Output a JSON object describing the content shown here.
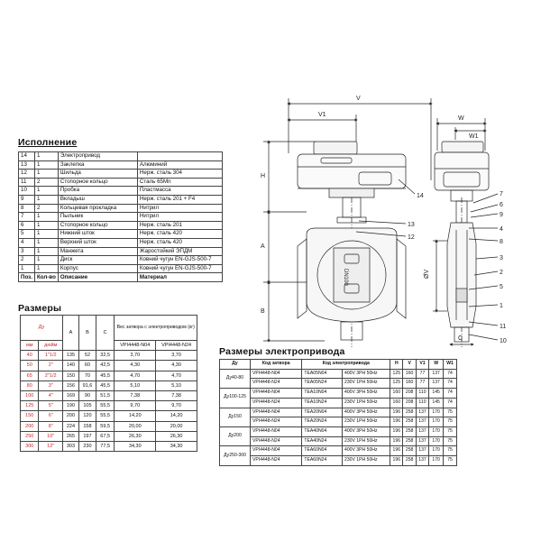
{
  "parts": {
    "title": "Исполнение",
    "header": [
      "Поз.",
      "Кол-во",
      "Описание",
      "Материал"
    ],
    "rows": [
      [
        "14",
        "1",
        "Электропривод",
        ""
      ],
      [
        "13",
        "1",
        "Заклепка",
        "Алюминий"
      ],
      [
        "12",
        "1",
        "Шильда",
        "Нерж. сталь 304"
      ],
      [
        "11",
        "2",
        "Стопорное кольцо",
        "Сталь 65Mn"
      ],
      [
        "10",
        "1",
        "Пробка",
        "Пластмасса"
      ],
      [
        "9",
        "1",
        "Вкладыш",
        "Нерж. сталь 201 + F4"
      ],
      [
        "8",
        "2",
        "Кольцевая прокладка",
        "Нитрил"
      ],
      [
        "7",
        "1",
        "Пыльник",
        "Нитрил"
      ],
      [
        "6",
        "1",
        "Стопорное кольцо",
        "Нерж. сталь 201"
      ],
      [
        "5",
        "1",
        "Нижний шток",
        "Нерж. сталь 420"
      ],
      [
        "4",
        "1",
        "Верхний шток",
        "Нерж. сталь 420"
      ],
      [
        "3",
        "1",
        "Манжета",
        "Жаростойкий ЭПДМ"
      ],
      [
        "2",
        "1",
        "Диск",
        "Ковний чугун EN-GJS-500-7"
      ],
      [
        "1",
        "1",
        "Корпус",
        "Ковний чугун EN-GJS-500-7"
      ]
    ]
  },
  "dims": {
    "title": "Размеры",
    "h_du": "Ду",
    "h_a": "A",
    "h_b": "B",
    "h_c": "C",
    "h_weight": "Вес затвора с электроприводом (кг)",
    "h_mm": "мм",
    "h_inch": "дюйм",
    "h_m1": "VPI4448-N04",
    "h_m2": "VPI4448-N24",
    "rows": [
      [
        "40",
        "1\"1/2",
        "135",
        "52",
        "32,5",
        "3,70",
        "3,70"
      ],
      [
        "50",
        "2\"",
        "140",
        "60",
        "42,5",
        "4,30",
        "4,30"
      ],
      [
        "65",
        "2\"1/2",
        "150",
        "70",
        "45,5",
        "4,70",
        "4,70"
      ],
      [
        "80",
        "3\"",
        "156",
        "91,6",
        "45,5",
        "5,10",
        "5,10"
      ],
      [
        "100",
        "4\"",
        "169",
        "90",
        "51,5",
        "7,38",
        "7,38"
      ],
      [
        "125",
        "5\"",
        "190",
        "105",
        "55,5",
        "9,70",
        "9,70"
      ],
      [
        "150",
        "6\"",
        "200",
        "120",
        "55,5",
        "14,20",
        "14,20"
      ],
      [
        "200",
        "8\"",
        "224",
        "158",
        "59,5",
        "20,00",
        "20,00"
      ],
      [
        "250",
        "10\"",
        "265",
        "197",
        "67,5",
        "26,30",
        "26,30"
      ],
      [
        "300",
        "12\"",
        "303",
        "230",
        "77,5",
        "34,30",
        "34,30"
      ]
    ]
  },
  "act": {
    "title": "Размеры электропривода",
    "header": [
      "Ду",
      "Код затвора",
      "Код электропривода",
      "H",
      "V",
      "V1",
      "W",
      "W1"
    ],
    "groups": [
      {
        "du": "Ду40-80",
        "rows": [
          [
            "VPI4448-N04",
            "TEA05N04",
            "400V 3PH 50Hz",
            "125",
            "160",
            "77",
            "137",
            "74"
          ],
          [
            "VPI4448-N24",
            "TEA05N24",
            "230V 1PH 50Hz",
            "125",
            "160",
            "77",
            "137",
            "74"
          ]
        ]
      },
      {
        "du": "Ду100-125",
        "rows": [
          [
            "VPI4448-N04",
            "TEA10N04",
            "400V 3PH 50Hz",
            "160",
            "208",
            "110",
            "145",
            "74"
          ],
          [
            "VPI4448-N24",
            "TEA10N24",
            "230V 1PH 50Hz",
            "160",
            "208",
            "110",
            "145",
            "74"
          ]
        ]
      },
      {
        "du": "Ду150",
        "rows": [
          [
            "VPI4448-N04",
            "TEA20N04",
            "400V 3PH 50Hz",
            "196",
            "258",
            "137",
            "170",
            "75"
          ],
          [
            "VPI4448-N24",
            "TEA20N24",
            "230V 1PH 50Hz",
            "196",
            "258",
            "137",
            "170",
            "75"
          ]
        ]
      },
      {
        "du": "Ду200",
        "rows": [
          [
            "VPI4448-N04",
            "TEA40N04",
            "400V 3PH 50Hz",
            "196",
            "258",
            "137",
            "170",
            "75"
          ],
          [
            "VPI4448-N24",
            "TEA40N24",
            "230V 1PH 50Hz",
            "196",
            "258",
            "137",
            "170",
            "75"
          ]
        ]
      },
      {
        "du": "Ду250-300",
        "rows": [
          [
            "VPI4448-N04",
            "TEA60N04",
            "400V 3PH 50Hz",
            "196",
            "258",
            "137",
            "170",
            "75"
          ],
          [
            "VPI4448-N24",
            "TEA60N24",
            "230V 1PH 50Hz",
            "196",
            "258",
            "137",
            "170",
            "75"
          ]
        ]
      }
    ]
  },
  "drawing": {
    "front_dims": [
      "V",
      "V1",
      "H",
      "A",
      "B"
    ],
    "side_dims": [
      "W",
      "W1",
      "ØV",
      "C"
    ],
    "disc_label": "DN100",
    "callouts_front": [
      "14",
      "13",
      "12"
    ],
    "callouts_side": [
      "7",
      "6",
      "9",
      "4",
      "8",
      "3",
      "2",
      "5",
      "1",
      "11",
      "10"
    ]
  }
}
